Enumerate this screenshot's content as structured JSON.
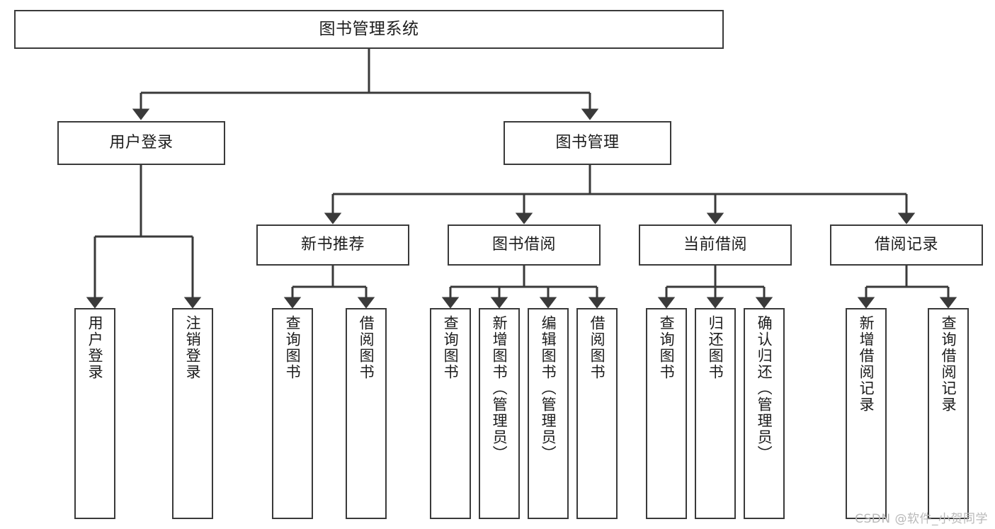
{
  "diagram": {
    "title": "图书管理系统",
    "type": "hierarchy-tree",
    "watermark": "CSDN @软件_小贺同学",
    "colors": {
      "background": "#ffffff",
      "node_border": "#3a3a3a",
      "node_fill": "#ffffff",
      "edge": "#3a3a3a",
      "text": "#1c1c1c",
      "watermark": "#b9b9b9"
    },
    "levels": {
      "root": [
        "图书管理系统"
      ],
      "level2": [
        "用户登录",
        "图书管理"
      ],
      "level3": [
        "新书推荐",
        "图书借阅",
        "当前借阅",
        "借阅记录"
      ],
      "leaves": [
        "用户登录",
        "注销登录",
        "查询图书",
        "借阅图书",
        "查询图书",
        "新增图书（管理员）",
        "编辑图书（管理员）",
        "借阅图书",
        "查询图书",
        "归还图书",
        "确认归还（管理员）",
        "新增借阅记录",
        "查询借阅记录"
      ]
    },
    "nodes": {
      "root": {
        "label": "图书管理系统"
      },
      "user_login": {
        "label": "用户登录"
      },
      "book_mgmt": {
        "label": "图书管理"
      },
      "new_book_rec": {
        "label": "新书推荐"
      },
      "book_borrow": {
        "label": "图书借阅"
      },
      "current_borrow": {
        "label": "当前借阅"
      },
      "borrow_record": {
        "label": "借阅记录"
      },
      "leaf_user_login": {
        "label": "用户登录"
      },
      "leaf_user_logout": {
        "label": "注销登录"
      },
      "leaf_nbr_query": {
        "label": "查询图书"
      },
      "leaf_nbr_borrow": {
        "label": "借阅图书"
      },
      "leaf_bb_query": {
        "label": "查询图书"
      },
      "leaf_bb_add": {
        "label": "新增图书（管理员）"
      },
      "leaf_bb_edit": {
        "label": "编辑图书（管理员）"
      },
      "leaf_bb_borrow": {
        "label": "借阅图书"
      },
      "leaf_cb_query": {
        "label": "查询图书"
      },
      "leaf_cb_return": {
        "label": "归还图书"
      },
      "leaf_cb_confirm": {
        "label": "确认归还（管理员）"
      },
      "leaf_br_add": {
        "label": "新增借阅记录"
      },
      "leaf_br_query": {
        "label": "查询借阅记录"
      }
    },
    "edges": [
      {
        "from": "root",
        "to": "user_login"
      },
      {
        "from": "root",
        "to": "book_mgmt"
      },
      {
        "from": "user_login",
        "to": "leaf_user_login"
      },
      {
        "from": "user_login",
        "to": "leaf_user_logout"
      },
      {
        "from": "book_mgmt",
        "to": "new_book_rec"
      },
      {
        "from": "book_mgmt",
        "to": "book_borrow"
      },
      {
        "from": "book_mgmt",
        "to": "current_borrow"
      },
      {
        "from": "book_mgmt",
        "to": "borrow_record"
      },
      {
        "from": "new_book_rec",
        "to": "leaf_nbr_query"
      },
      {
        "from": "new_book_rec",
        "to": "leaf_nbr_borrow"
      },
      {
        "from": "book_borrow",
        "to": "leaf_bb_query"
      },
      {
        "from": "book_borrow",
        "to": "leaf_bb_add"
      },
      {
        "from": "book_borrow",
        "to": "leaf_bb_edit"
      },
      {
        "from": "book_borrow",
        "to": "leaf_bb_borrow"
      },
      {
        "from": "current_borrow",
        "to": "leaf_cb_query"
      },
      {
        "from": "current_borrow",
        "to": "leaf_cb_return"
      },
      {
        "from": "current_borrow",
        "to": "leaf_cb_confirm"
      },
      {
        "from": "borrow_record",
        "to": "leaf_br_add"
      },
      {
        "from": "borrow_record",
        "to": "leaf_br_query"
      }
    ]
  }
}
